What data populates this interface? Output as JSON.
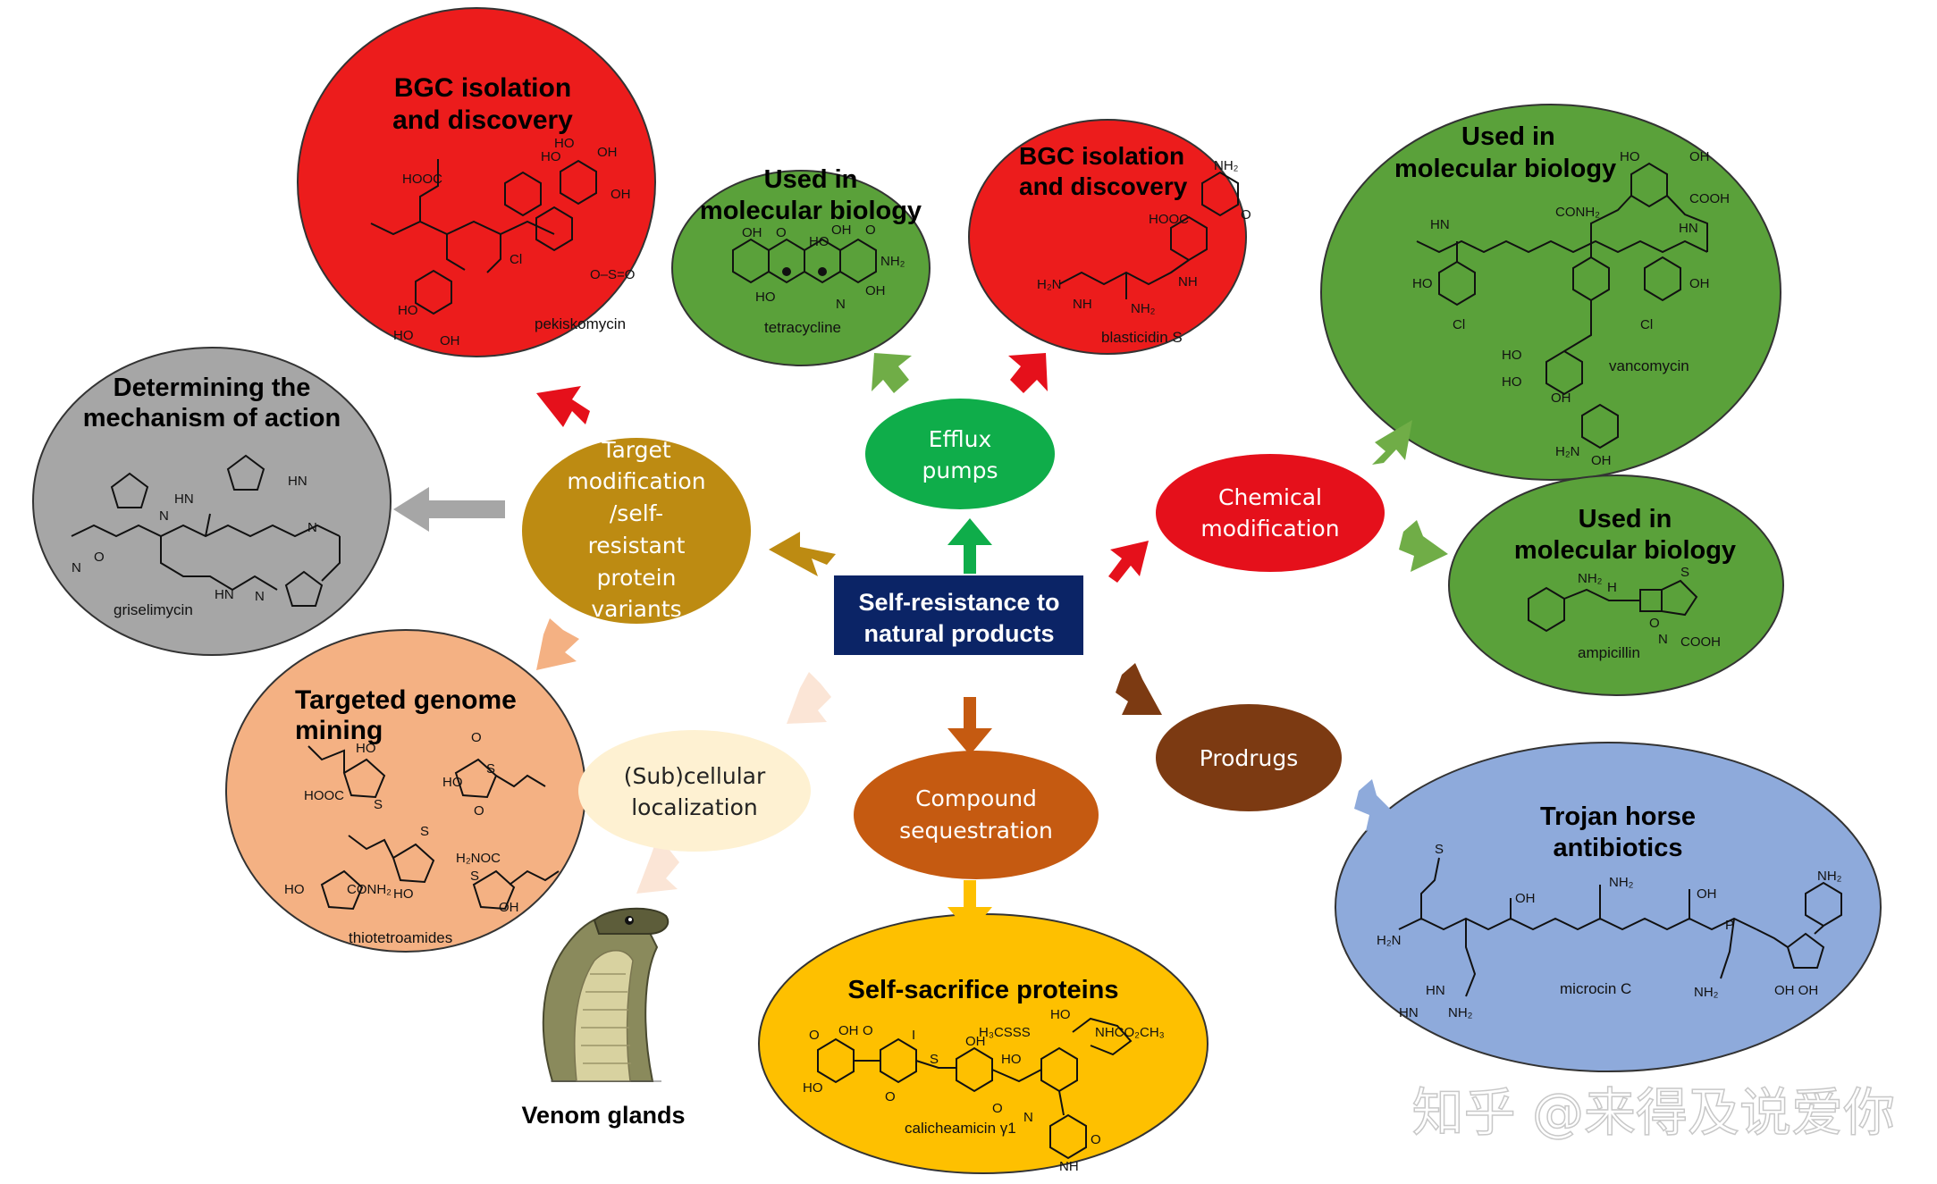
{
  "center": {
    "line1": "Self-resistance to",
    "line2": "natural products",
    "color": "#0b2466"
  },
  "hubs": {
    "target": {
      "lines": [
        "Target",
        "modification",
        "/self-",
        "resistant",
        "protein",
        "variants"
      ],
      "color": "#bd8b12"
    },
    "efflux": {
      "lines": [
        "Efflux",
        "pumps"
      ],
      "color": "#0fad4a"
    },
    "chemical": {
      "lines": [
        "Chemical",
        "modification"
      ],
      "color": "#e5101b"
    },
    "prodrugs": {
      "lines": [
        "Prodrugs"
      ],
      "color": "#7c3a12"
    },
    "sequestration": {
      "lines": [
        "Compound",
        "sequestration"
      ],
      "color": "#c55a11"
    },
    "localization": {
      "lines": [
        "(Sub)cellular",
        "localization"
      ],
      "color": "#fef1d2"
    }
  },
  "outcomes": {
    "bgc_left": {
      "lines": [
        "BGC isolation",
        "and discovery"
      ],
      "molecule": "pekiskomycin",
      "color": "#ec1c1c"
    },
    "mech": {
      "lines": [
        "Determining the",
        "mechanism of action"
      ],
      "molecule": "griselimycin",
      "color": "#a6a6a6"
    },
    "genome": {
      "lines": [
        "Targeted genome",
        "mining"
      ],
      "molecule": "thiotetroamides",
      "color": "#f4b183"
    },
    "molbio_tetra": {
      "lines": [
        "Used in",
        "molecular biology"
      ],
      "molecule": "tetracycline",
      "color": "#5aa13a"
    },
    "bgc_right": {
      "lines": [
        "BGC isolation",
        "and discovery"
      ],
      "molecule": "blasticidin S",
      "color": "#ec1c1c"
    },
    "molbio_vanco": {
      "lines": [
        "Used in",
        "molecular biology"
      ],
      "molecule": "vancomycin",
      "color": "#5aa13a"
    },
    "molbio_amp": {
      "lines": [
        "Used in",
        "molecular biology"
      ],
      "molecule": "ampicillin",
      "color": "#5aa13a"
    },
    "trojan": {
      "lines": [
        "Trojan horse",
        "antibiotics"
      ],
      "molecule": "microcin C",
      "color": "#8eaadb"
    },
    "sacrifice": {
      "lines": [
        "Self-sacrifice proteins"
      ],
      "molecule": "calicheamicin γ1",
      "color": "#fec000"
    },
    "venom": {
      "lines": [
        "Venom glands"
      ]
    }
  },
  "watermark": "知乎 @来得及说爱你"
}
